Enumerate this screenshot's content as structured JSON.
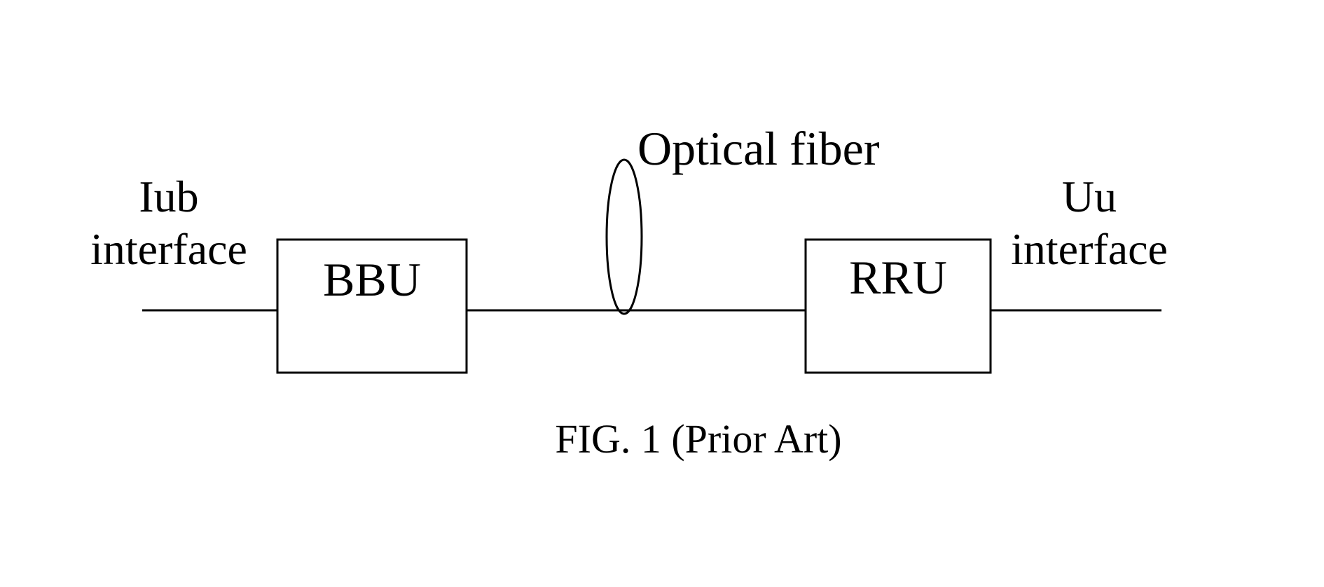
{
  "colors": {
    "ink": "#000000",
    "background": "#ffffff"
  },
  "diagram": {
    "nodes": [
      {
        "id": "bbu",
        "label": "BBU"
      },
      {
        "id": "rru",
        "label": "RRU"
      }
    ],
    "edges": [
      {
        "from": "left-end",
        "to": "bbu"
      },
      {
        "from": "bbu",
        "to": "rru",
        "label": "Optical fiber"
      },
      {
        "from": "rru",
        "to": "right-end"
      }
    ],
    "labels": {
      "iub_line1": "Iub",
      "iub_line2": "interface",
      "uu_line1": "Uu",
      "uu_line2": "interface",
      "fiber": "Optical fiber"
    }
  },
  "figure": {
    "caption": "FIG. 1 (Prior Art)"
  }
}
